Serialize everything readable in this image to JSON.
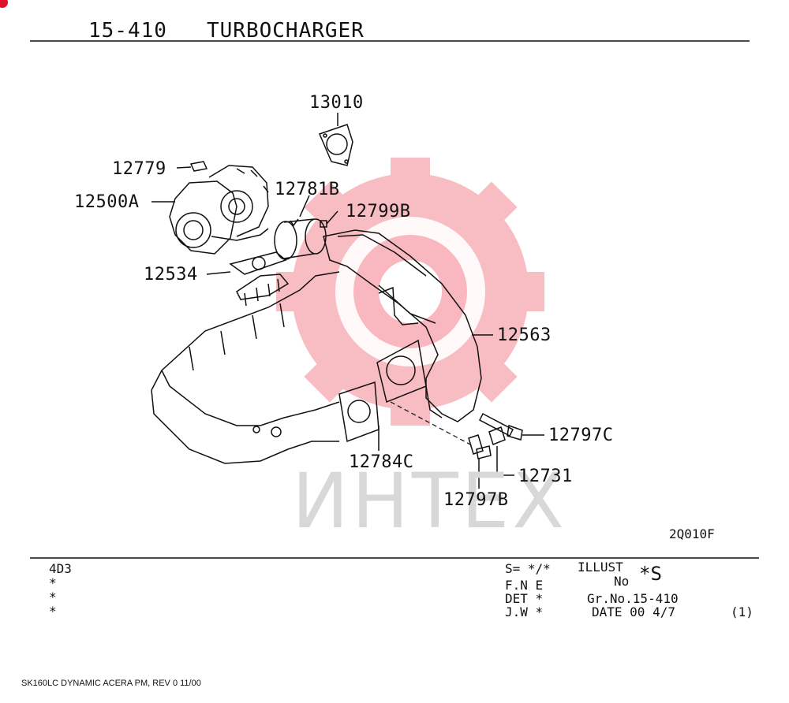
{
  "header": {
    "group_code": "15-410",
    "group_name": "TURBOCHARGER"
  },
  "watermark": {
    "text": "ИНТЕХ",
    "color": "#e8132a"
  },
  "diagram": {
    "code": "2Q010F",
    "parts": [
      {
        "number": "13010"
      },
      {
        "number": "12779"
      },
      {
        "number": "12781B"
      },
      {
        "number": "12799B"
      },
      {
        "number": "12500A"
      },
      {
        "number": "12534"
      },
      {
        "number": "12563"
      },
      {
        "number": "12797C"
      },
      {
        "number": "12784C"
      },
      {
        "number": "12731"
      },
      {
        "number": "12797B"
      }
    ]
  },
  "info_block": {
    "left": {
      "model": "4D3",
      "row2": "*",
      "row3": "*",
      "row4": "*"
    },
    "s_label": "S= */*",
    "illust_label": "ILLUST",
    "no_label": "No",
    "illust_value": "*S",
    "fne_label": "F.N E",
    "det_label": "DET *",
    "gr_no": "Gr.No.15-410",
    "jw_label": "J.W *",
    "date": "DATE  00 4/7",
    "page": "(1)"
  },
  "footer": {
    "text": "SK160LC DYNAMIC ACERA PM, REV  0 11/00"
  }
}
